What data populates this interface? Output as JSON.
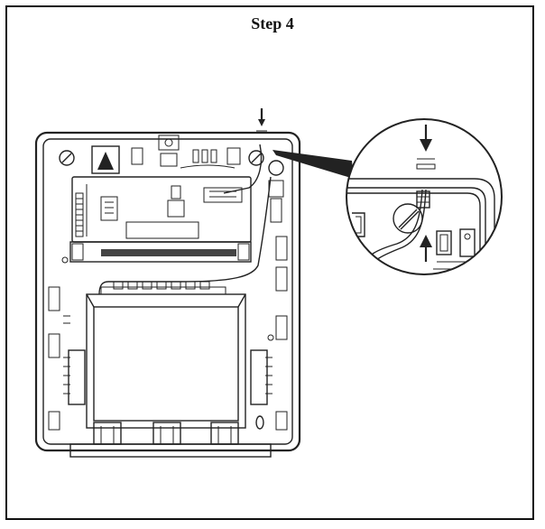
{
  "title": "Step 4",
  "diagram": {
    "subject": "panel-enclosure-interior",
    "detail": "zoom-callout-of-screw-and-wire-entry",
    "arrows": [
      "down-arrow",
      "up-arrow"
    ]
  }
}
